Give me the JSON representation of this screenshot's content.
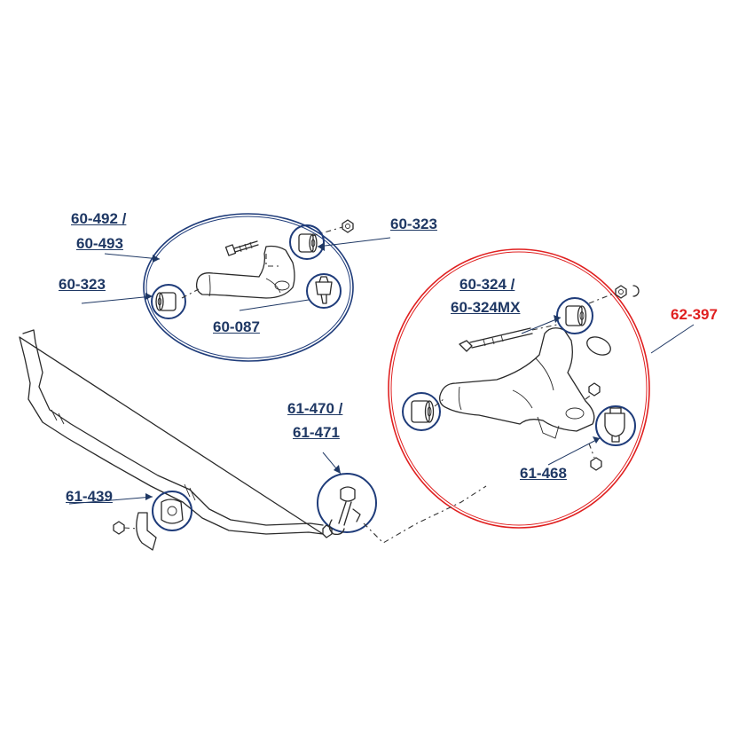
{
  "labels": {
    "p60_492": "60-492 /",
    "p60_493": "60-493",
    "p60_323_top": "60-323",
    "p60_323_left": "60-323",
    "p60_087": "60-087",
    "p60_324": "60-324 /",
    "p60_324mx": "60-324MX",
    "p62_397": "62-397",
    "p61_470": "61-470 /",
    "p61_471": "61-471",
    "p61_468": "61-468",
    "p61_439": "61-439"
  },
  "colors": {
    "label_blue": "#1f3864",
    "circle_blue": "#1f3c7a",
    "assembly_red": "#e02020",
    "line_drawing": "#2a2a2a"
  }
}
